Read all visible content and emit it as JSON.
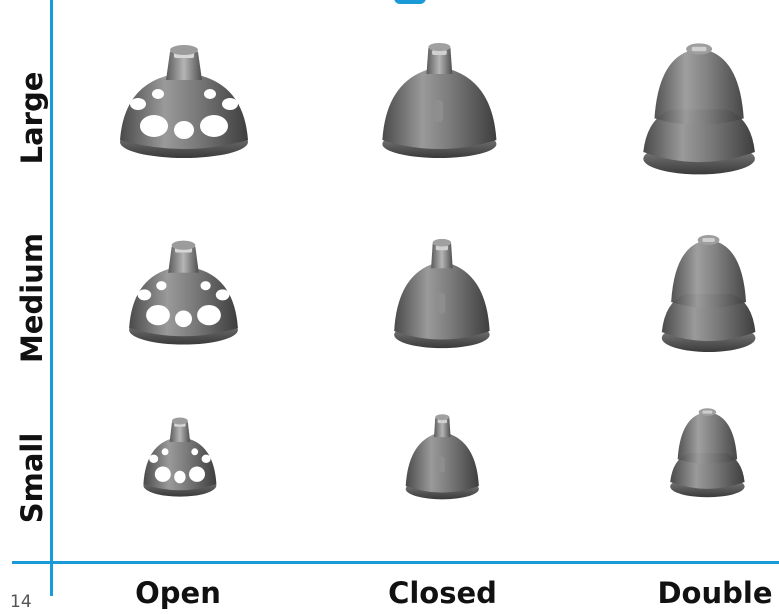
{
  "page_number": "14",
  "rows": [
    {
      "label": "Large"
    },
    {
      "label": "Medium"
    },
    {
      "label": "Small"
    }
  ],
  "columns": [
    {
      "label": "Open",
      "icon": "open-dome-icon"
    },
    {
      "label": "Closed",
      "icon": "closed-dome-icon"
    },
    {
      "label": "Double",
      "icon": "double-dome-icon"
    }
  ],
  "colors": {
    "accent": "#1a9ad6",
    "dome": "#6e6e6e"
  }
}
